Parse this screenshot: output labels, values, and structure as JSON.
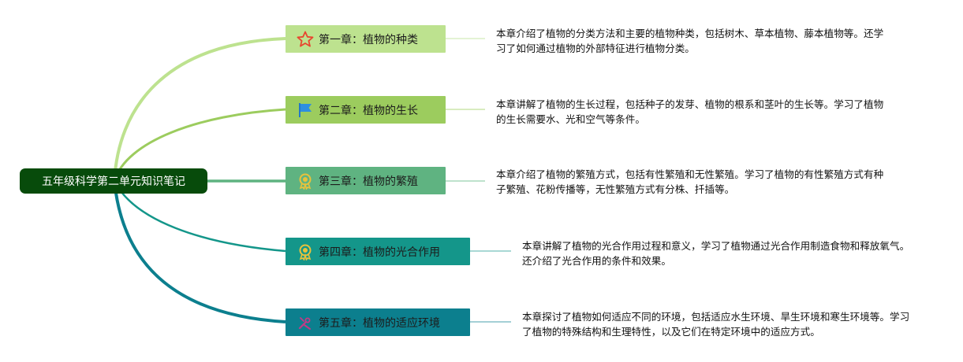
{
  "root": {
    "label": "五年级科学第二单元知识笔记",
    "color": "#074b0b"
  },
  "chapters": [
    {
      "title": "第一章：植物的种类",
      "icon": "star-icon",
      "color": "#bde28f",
      "summary": "本章介绍了植物的分类方法和主要的植物种类，包括树木、草本植物、藤本植物等。还学习了如何通过植物的外部特征进行植物分类。"
    },
    {
      "title": "第二章：植物的生长",
      "icon": "flag-icon",
      "color": "#9ccc5e",
      "summary": "本章讲解了植物的生长过程，包括种子的发芽、植物的根系和茎叶的生长等。学习了植物的生长需要水、光和空气等条件。"
    },
    {
      "title": "第三章：植物的繁殖",
      "icon": "medal-icon",
      "color": "#5fb381",
      "summary": "本章介绍了植物的繁殖方式，包括有性繁殖和无性繁殖。学习了植物的有性繁殖方式有种子繁殖、花粉传播等，无性繁殖方式有分株、扦插等。"
    },
    {
      "title": "第四章：植物的光合作用",
      "icon": "medal-icon",
      "color": "#14968a",
      "summary": "本章讲解了植物的光合作用过程和意义，学习了植物通过光合作用制造食物和释放氧气。还介绍了光合作用的条件和效果。"
    },
    {
      "title": "第五章：植物的适应环境",
      "icon": "tools-icon",
      "color": "#0c7f8e",
      "summary": "本章探讨了植物如何适应不同的环境，包括适应水生环境、旱生环境和寒生环境等。学习了植物的特殊结构和生理特性，以及它们在特定环境中的适应方式。"
    }
  ]
}
